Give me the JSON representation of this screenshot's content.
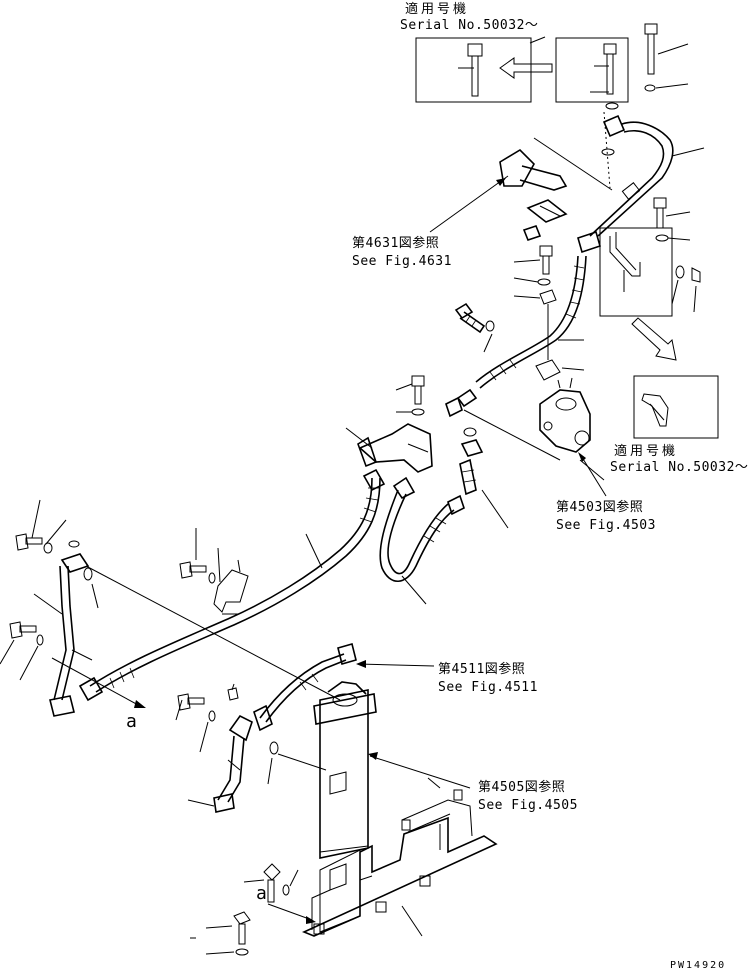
{
  "labels": {
    "serial_top_jp": "適用号機",
    "serial_top_en": "Serial No.50032～",
    "serial_mid_jp": "適用号機",
    "serial_mid_en": "Serial No.50032～",
    "ref_4631_jp": "第4631図参照",
    "ref_4631_en": "See Fig.4631",
    "ref_4503_jp": "第4503図参照",
    "ref_4503_en": "See Fig.4503",
    "ref_4511_jp": "第4511図参照",
    "ref_4511_en": "See Fig.4511",
    "ref_4505_jp": "第4505図参照",
    "ref_4505_en": "See Fig.4505",
    "view_a_left": "a",
    "view_a_bottom": "a",
    "drawing_number": "PW14920"
  }
}
